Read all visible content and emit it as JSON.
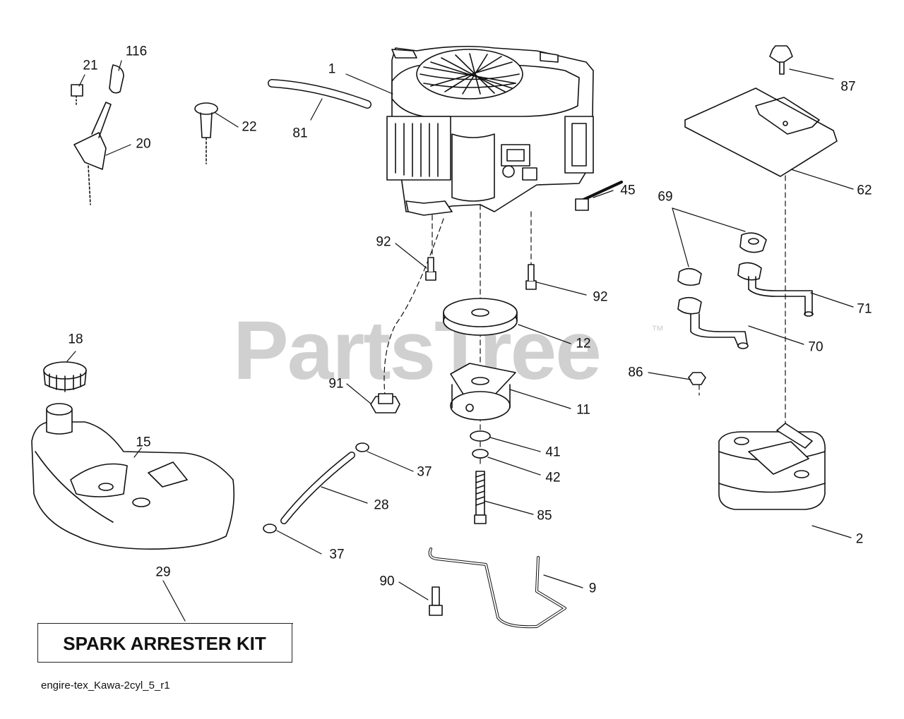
{
  "watermark": {
    "brand": "PartsTree",
    "tm": "™"
  },
  "callouts": {
    "c1": "1",
    "c2": "2",
    "c9": "9",
    "c11": "11",
    "c12": "12",
    "c15": "15",
    "c18": "18",
    "c20": "20",
    "c21": "21",
    "c22": "22",
    "c28": "28",
    "c29": "29",
    "c37a": "37",
    "c37b": "37",
    "c41": "41",
    "c42": "42",
    "c45": "45",
    "c62": "62",
    "c69": "69",
    "c70": "70",
    "c71": "71",
    "c81": "81",
    "c85": "85",
    "c86": "86",
    "c87": "87",
    "c90": "90",
    "c91": "91",
    "c92a": "92",
    "c92b": "92",
    "c116": "116"
  },
  "kit_label": "SPARK ARRESTER KIT",
  "file_name": "engire-tex_Kawa-2cyl_5_r1"
}
